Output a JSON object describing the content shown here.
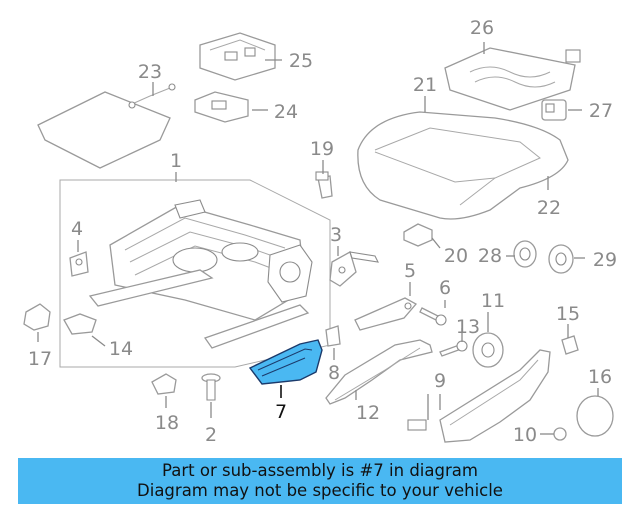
{
  "callouts": {
    "c1": "1",
    "c2": "2",
    "c3": "3",
    "c4": "4",
    "c5": "5",
    "c6": "6",
    "c7": "7",
    "c8": "8",
    "c9": "9",
    "c10": "10",
    "c11": "11",
    "c12": "12",
    "c13": "13",
    "c14": "14",
    "c15": "15",
    "c16": "16",
    "c17": "17",
    "c18": "18",
    "c19": "19",
    "c20": "20",
    "c21": "21",
    "c22": "22",
    "c23": "23",
    "c24": "24",
    "c25": "25",
    "c26": "26",
    "c27": "27",
    "c28": "28",
    "c29": "29"
  },
  "highlight": {
    "part": "7",
    "color": "#4ab8f2"
  },
  "banner": {
    "line1": "Part or sub-assembly is #7 in diagram",
    "line2": "Diagram may not be specific to your vehicle",
    "color": "#4ab8f2"
  }
}
